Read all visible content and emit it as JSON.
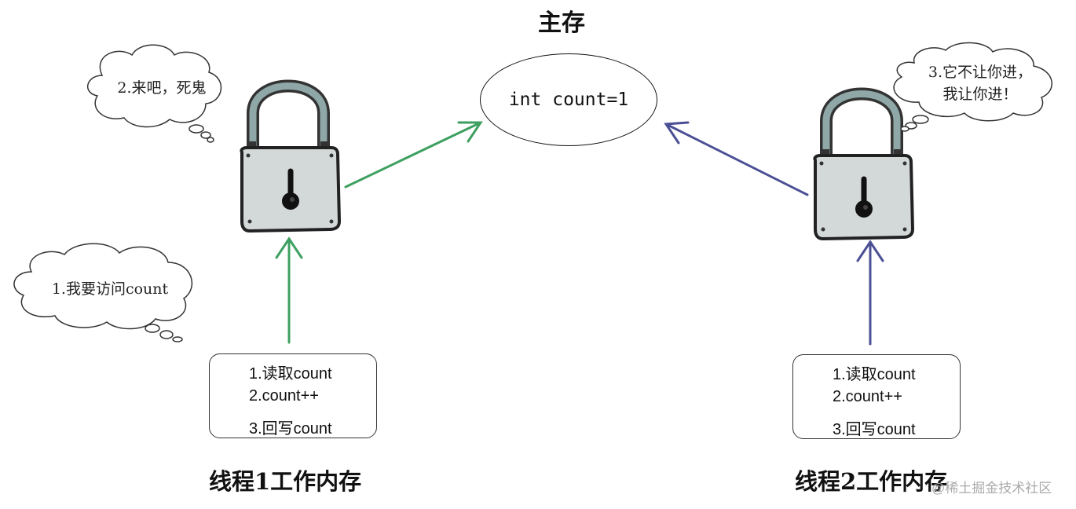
{
  "main_memory": {
    "title": "主存",
    "variable": "int count=1"
  },
  "thread1": {
    "bubble": "2.来吧，死鬼",
    "request_bubble": "1.我要访问count",
    "steps": [
      "1.读取count",
      "2.count++",
      "3.回写count"
    ],
    "label": "线程1工作内存",
    "arrow_color": "#3ea060"
  },
  "thread2": {
    "bubble_line1": "3.它不让你进，",
    "bubble_line2": "我让你进！",
    "steps": [
      "1.读取count",
      "2.count++",
      "3.回写count"
    ],
    "label": "线程2工作内存",
    "arrow_color": "#4b4f94"
  },
  "watermark": "@稀土掘金技术社区",
  "icons": [
    "padlock-icon",
    "cloud-bubble"
  ]
}
